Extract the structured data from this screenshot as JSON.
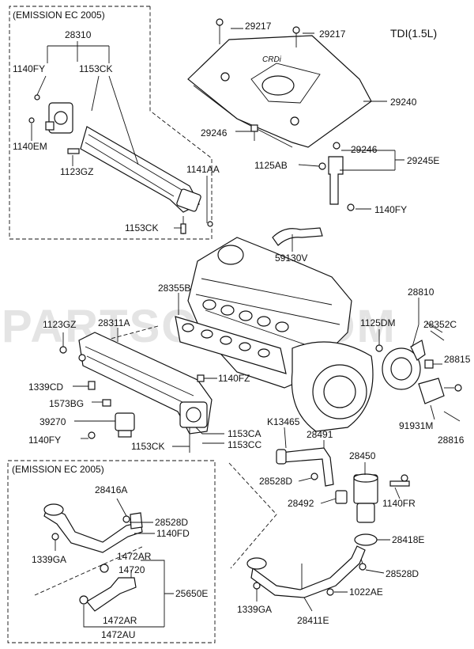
{
  "diagram": {
    "model_label": "TDI(1.5L)",
    "watermark": "PARTSOUQ.COM",
    "insets": [
      {
        "id": "upper",
        "title": "(EMISSION EC 2005)"
      },
      {
        "id": "lower",
        "title": "(EMISSION EC 2005)"
      }
    ],
    "part_labels": [
      {
        "id": "p28310",
        "text": "28310"
      },
      {
        "id": "p1140fy_a",
        "text": "1140FY"
      },
      {
        "id": "p1153ck_a",
        "text": "1153CK"
      },
      {
        "id": "p1140em",
        "text": "1140EM"
      },
      {
        "id": "p1123gz_a",
        "text": "1123GZ"
      },
      {
        "id": "p1141aa",
        "text": "1141AA"
      },
      {
        "id": "p1153ck_b",
        "text": "1153CK"
      },
      {
        "id": "p29217_a",
        "text": "29217"
      },
      {
        "id": "p29217_b",
        "text": "29217"
      },
      {
        "id": "p29240",
        "text": "29240"
      },
      {
        "id": "p29246_a",
        "text": "29246"
      },
      {
        "id": "p29246_b",
        "text": "29246"
      },
      {
        "id": "p1125ab",
        "text": "1125AB"
      },
      {
        "id": "p29245e",
        "text": "29245E"
      },
      {
        "id": "p1140fy_b",
        "text": "1140FY"
      },
      {
        "id": "p59130v",
        "text": "59130V"
      },
      {
        "id": "p28355b",
        "text": "28355B"
      },
      {
        "id": "p1123gz_b",
        "text": "1123GZ"
      },
      {
        "id": "p28311a",
        "text": "28311A"
      },
      {
        "id": "p28810",
        "text": "28810"
      },
      {
        "id": "p1125dm",
        "text": "1125DM"
      },
      {
        "id": "p28352c",
        "text": "28352C"
      },
      {
        "id": "p28815",
        "text": "28815"
      },
      {
        "id": "p1140fz",
        "text": "1140FZ"
      },
      {
        "id": "p1339cd",
        "text": "1339CD"
      },
      {
        "id": "p1573bg",
        "text": "1573BG"
      },
      {
        "id": "p39270",
        "text": "39270"
      },
      {
        "id": "p91931m",
        "text": "91931M"
      },
      {
        "id": "p28816",
        "text": "28816"
      },
      {
        "id": "p1140fy_c",
        "text": "1140FY"
      },
      {
        "id": "p1153ck_c",
        "text": "1153CK"
      },
      {
        "id": "p1153ca",
        "text": "1153CA"
      },
      {
        "id": "p1153cc",
        "text": "1153CC"
      },
      {
        "id": "pk13465",
        "text": "K13465"
      },
      {
        "id": "p28491",
        "text": "28491"
      },
      {
        "id": "p28450",
        "text": "28450"
      },
      {
        "id": "p28528d_a",
        "text": "28528D"
      },
      {
        "id": "p28492",
        "text": "28492"
      },
      {
        "id": "p1140fr",
        "text": "1140FR"
      },
      {
        "id": "p28416a",
        "text": "28416A"
      },
      {
        "id": "p28528d_b",
        "text": "28528D"
      },
      {
        "id": "p1140fd",
        "text": "1140FD"
      },
      {
        "id": "p1339ga_a",
        "text": "1339GA"
      },
      {
        "id": "p1472ar_a",
        "text": "1472AR"
      },
      {
        "id": "p14720",
        "text": "14720"
      },
      {
        "id": "p25650e",
        "text": "25650E"
      },
      {
        "id": "p1472ar_b",
        "text": "1472AR"
      },
      {
        "id": "p1472au",
        "text": "1472AU"
      },
      {
        "id": "p28418e",
        "text": "28418E"
      },
      {
        "id": "p28528d_c",
        "text": "28528D"
      },
      {
        "id": "p1022ae",
        "text": "1022AE"
      },
      {
        "id": "p1339ga_b",
        "text": "1339GA"
      },
      {
        "id": "p28411e",
        "text": "28411E"
      }
    ]
  }
}
